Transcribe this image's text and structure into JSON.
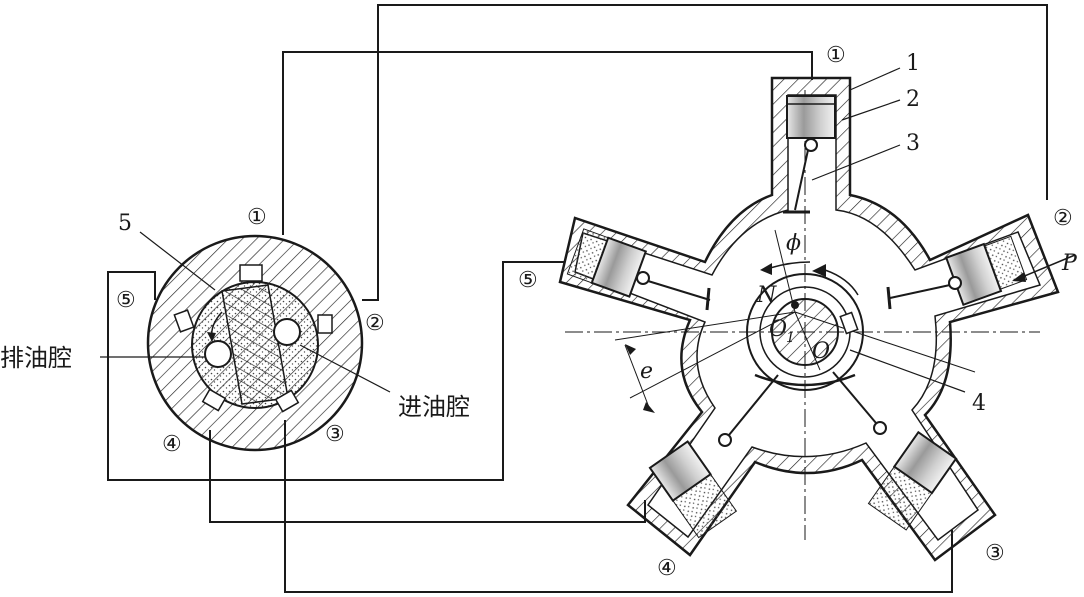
{
  "labels": {
    "left_port_1": "①",
    "left_port_2": "②",
    "left_port_3": "③",
    "left_port_4": "④",
    "left_port_5": "⑤",
    "left_part_5": "5",
    "discharge_chamber": "排油腔",
    "intake_chamber": "进油腔",
    "cyl_1": "①",
    "cyl_2": "②",
    "cyl_3": "③",
    "cyl_4": "④",
    "cyl_5": "⑤",
    "part_1": "1",
    "part_2": "2",
    "part_3": "3",
    "part_4": "4",
    "phi": "ϕ",
    "N": "N",
    "O1": "O",
    "O1_sub": "1",
    "O": "O",
    "e": "e",
    "P": "P"
  }
}
